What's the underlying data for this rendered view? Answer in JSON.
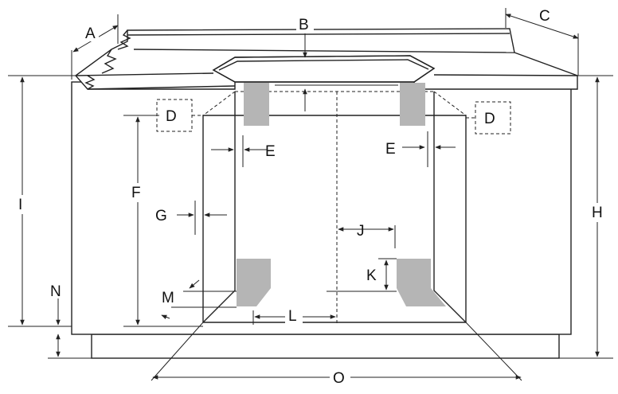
{
  "diagram": {
    "labels": {
      "A": "A",
      "B": "B",
      "C": "C",
      "D_left": "D",
      "D_right": "D",
      "E_left": "E",
      "E_right": "E",
      "F": "F",
      "G": "G",
      "H": "H",
      "I": "I",
      "J": "J",
      "K": "K",
      "L": "L",
      "M": "M",
      "N": "N",
      "O": "O"
    },
    "colors": {
      "line": "#222222",
      "shade": "#b5b5b5",
      "background": "#ffffff"
    }
  }
}
